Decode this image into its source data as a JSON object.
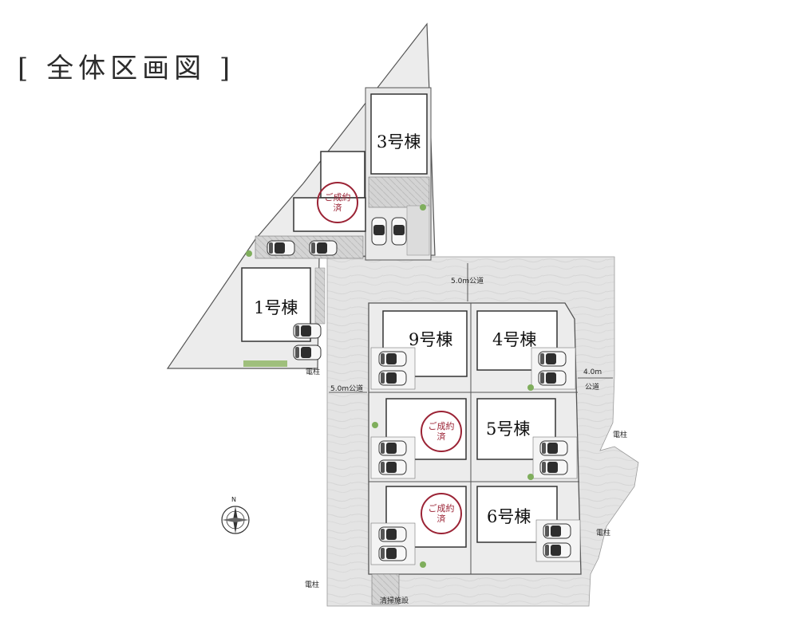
{
  "title": "[ 全体区画図 ]",
  "houses": {
    "h1": "1号棟",
    "h3": "3号棟",
    "h4": "4号棟",
    "h5": "5号棟",
    "h6": "6号棟",
    "h9": "9号棟"
  },
  "sold_stamp": [
    "ご成約",
    "済"
  ],
  "roads": {
    "north": "5.0m公道",
    "west": "5.0m公道",
    "east_width": "4.0m",
    "east_label": "公道"
  },
  "utility_pole": "電柱",
  "cleaning_facility": "清掃施設",
  "compass_north": "N",
  "colors": {
    "road": "#e3e3e3",
    "lot_gray": "#e9e9e9",
    "stamp": "#9b2335",
    "concrete": "#cfcfcf",
    "green": "#7fae5c"
  }
}
